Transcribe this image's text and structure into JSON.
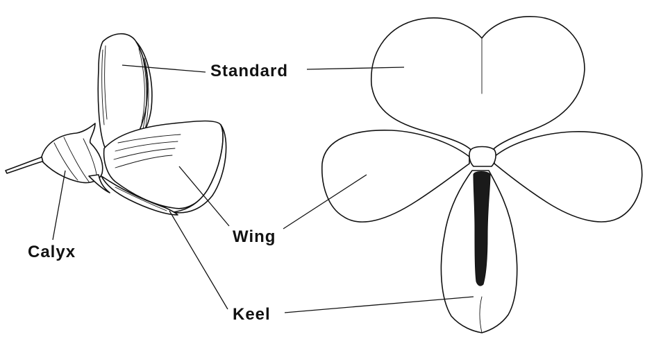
{
  "labels": {
    "standard": "Standard",
    "wing": "Wing",
    "calyx": "Calyx",
    "keel": "Keel"
  },
  "colors": {
    "line": "#111111",
    "background": "#ffffff"
  }
}
